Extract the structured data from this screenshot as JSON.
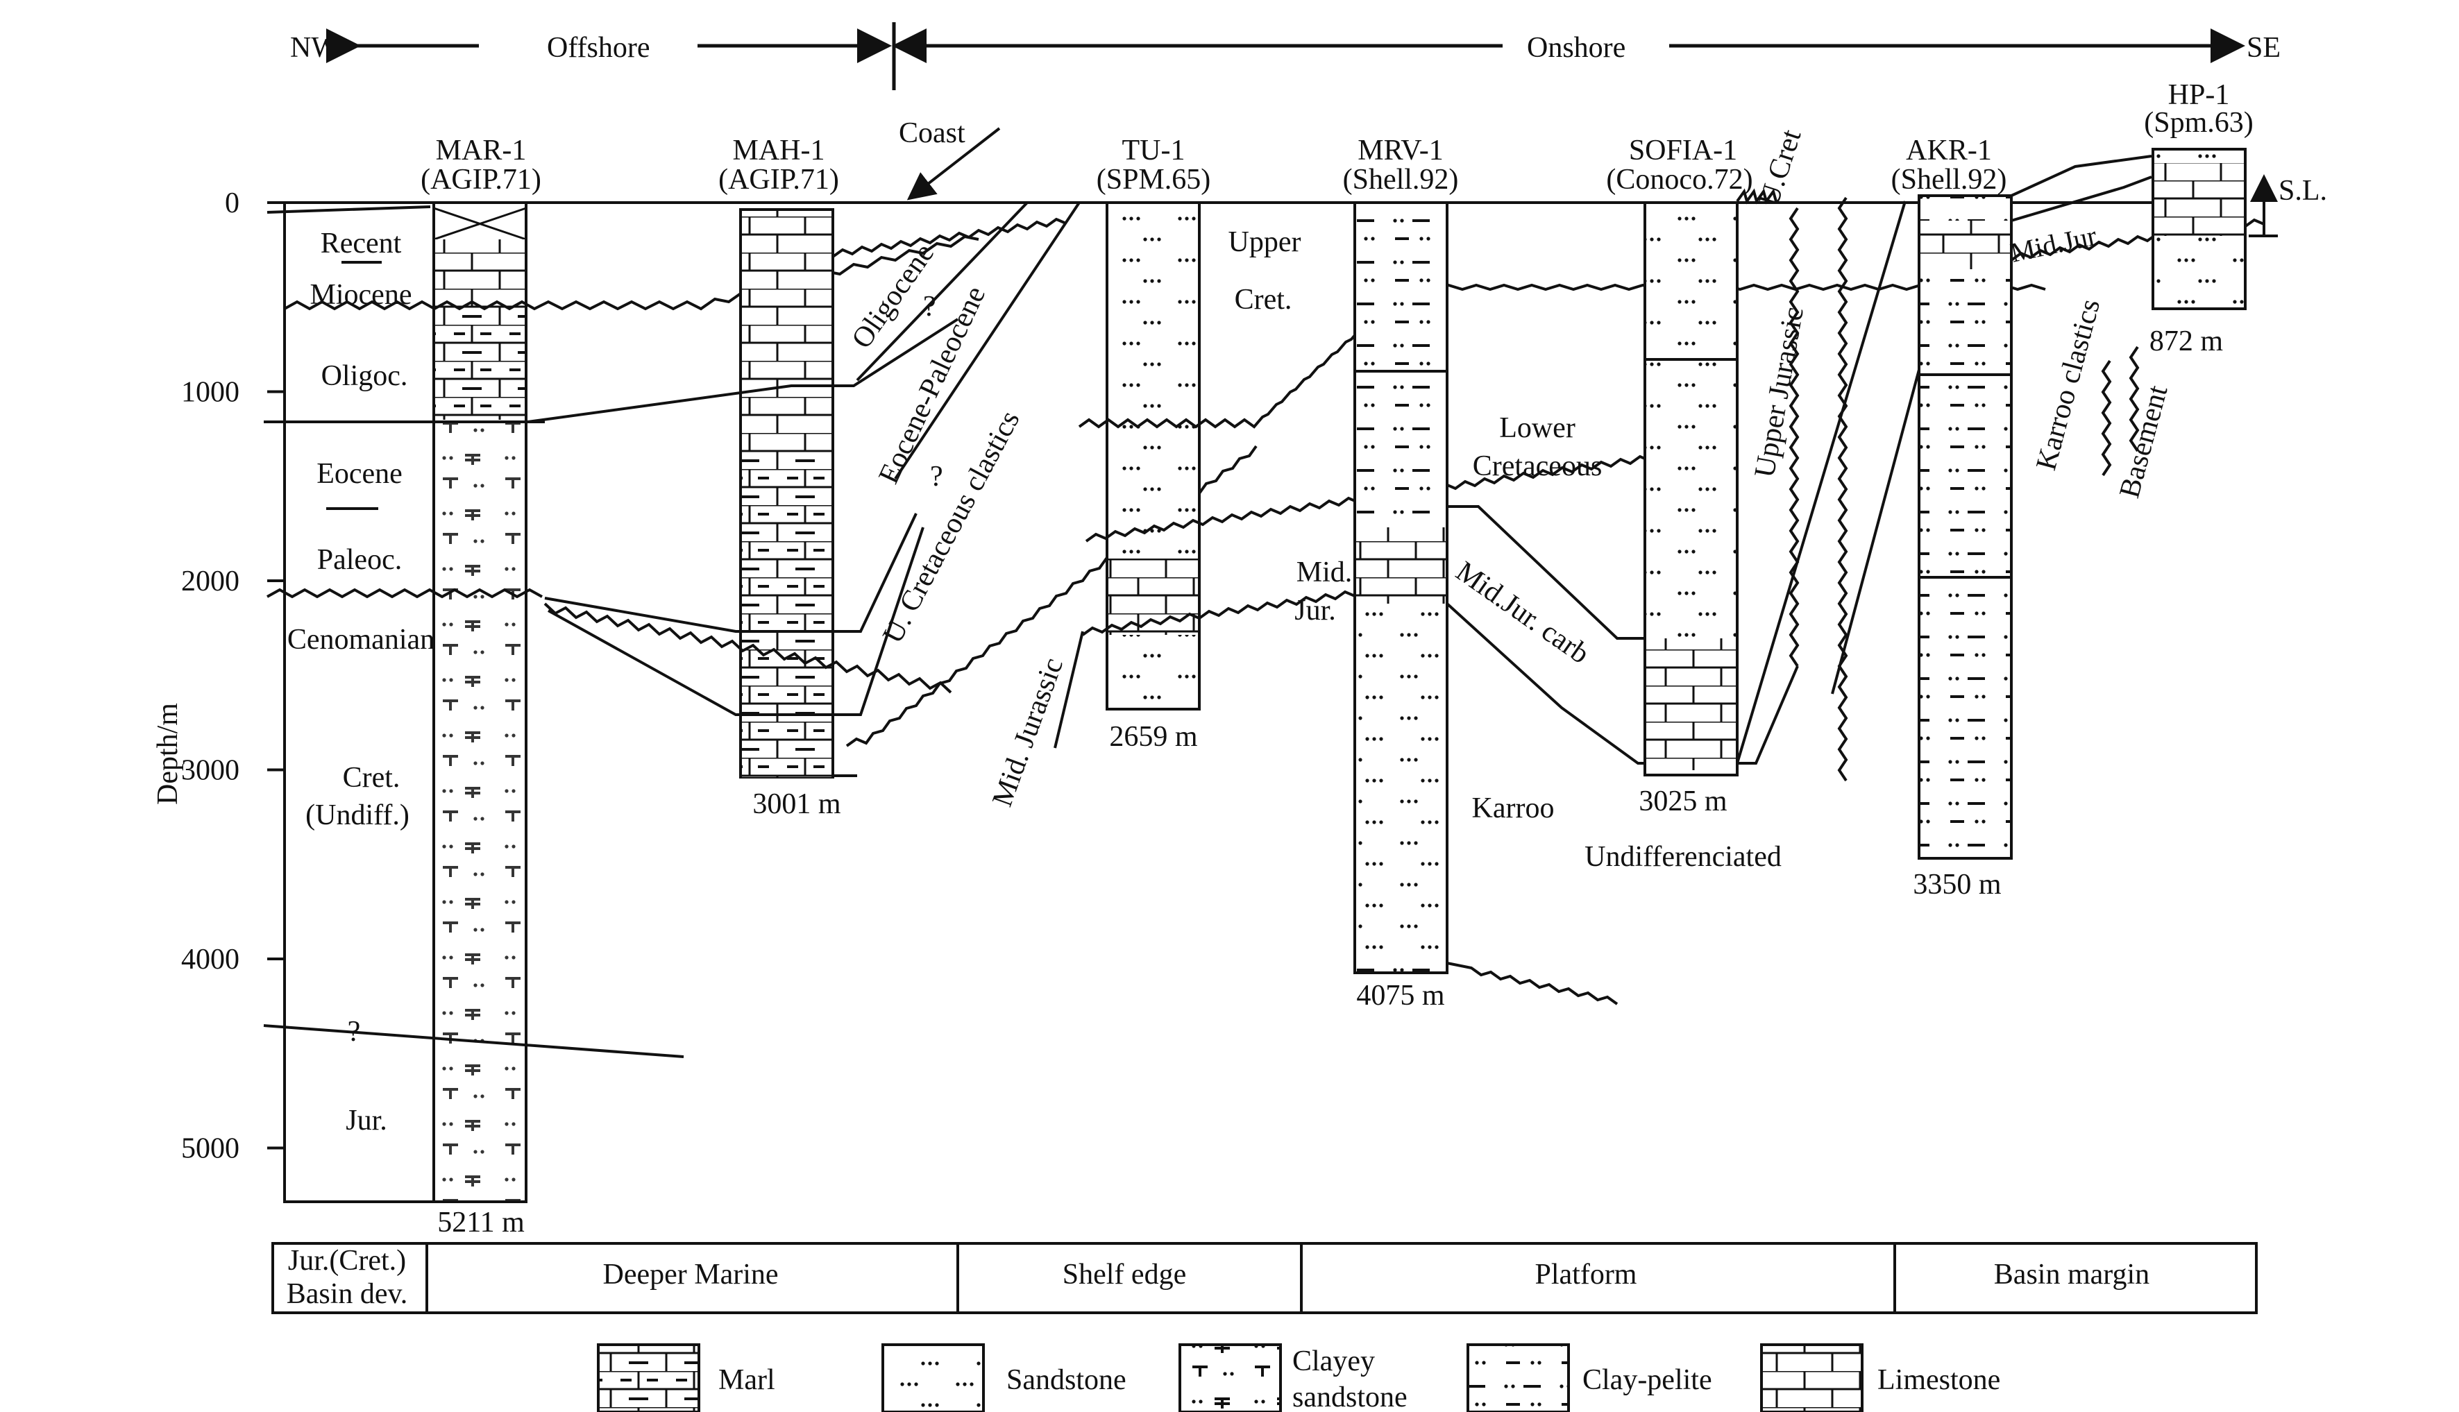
{
  "header": {
    "nw": "NW",
    "offshore": "Offshore",
    "onshore": "Onshore",
    "se": "SE",
    "coast": "Coast"
  },
  "depth_axis": {
    "label": "Depth/m",
    "ticks": [
      "0",
      "1000",
      "2000",
      "3000",
      "4000",
      "5000"
    ]
  },
  "wells": [
    {
      "name": "MAR-1",
      "operator": "(AGIP.71)",
      "td": "5211 m"
    },
    {
      "name": "MAH-1",
      "operator": "(AGIP.71)",
      "td": "3001 m"
    },
    {
      "name": "TU-1",
      "operator": "(SPM.65)",
      "td": "2659 m"
    },
    {
      "name": "MRV-1",
      "operator": "(Shell.92)",
      "td": "4075 m"
    },
    {
      "name": "SOFIA-1",
      "operator": "(Conoco.72)",
      "td": "3025 m"
    },
    {
      "name": "AKR-1",
      "operator": "(Shell.92)",
      "td": "3350 m"
    },
    {
      "name": "HP-1",
      "operator": "(Spm.63)",
      "td": "872 m"
    }
  ],
  "sea_level": "S.L.",
  "ages_left": {
    "recent": "Recent",
    "miocene": "Miocene",
    "oligoc": "Oligoc.",
    "eocene": "Eocene",
    "paleoc": "Paleoc.",
    "cenomanian": "Cenomanian",
    "cret1": "Cret.",
    "cret2": "(Undiff.)",
    "q": "?",
    "jur": "Jur."
  },
  "formations": {
    "oligocene": "Oligocene",
    "q1": "?",
    "eocene_paleocene": "Eocene-Paleocene",
    "q2": "?",
    "u_cret_clastics": "U. Cretaceous clastics",
    "mid_jurassic": "Mid. Jurassic",
    "upper": "Upper",
    "cret": "Cret.",
    "lower": "Lower",
    "cretaceous": "Cretaceous",
    "mid": "Mid.",
    "jur": "Jur.",
    "mid_jur_carb": "Mid.Jur. carb",
    "karroo": "Karroo",
    "undifferenciated": "Undifferenciated",
    "u_cret": "U.Cret",
    "upper_jurassic": "Upper Jurassic",
    "mid_jur_akr": "Mid.Jur.",
    "karroo_clastics": "Karroo clastics",
    "basement": "Basement"
  },
  "basin_table": {
    "first_line1": "Jur.(Cret.)",
    "first_line2": "Basin dev.",
    "cells": [
      "Deeper Marine",
      "Shelf edge",
      "Platform",
      "Basin margin"
    ]
  },
  "legend": {
    "marl": "Marl",
    "sandstone": "Sandstone",
    "clayey1": "Clayey",
    "clayey2": "sandstone",
    "clay_pelite": "Clay-pelite",
    "limestone": "Limestone"
  }
}
